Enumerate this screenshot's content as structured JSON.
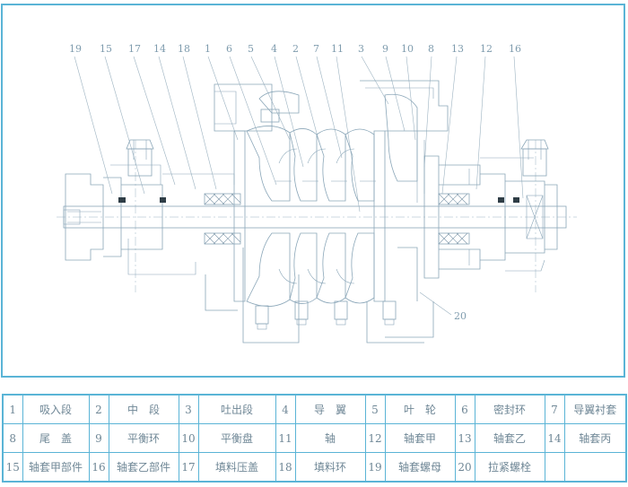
{
  "drawing": {
    "callouts_top": [
      "19",
      "15",
      "17",
      "14",
      "18",
      "1",
      "6",
      "5",
      "4",
      "2",
      "7",
      "11",
      "3",
      "9",
      "10",
      "8",
      "13",
      "12",
      "16"
    ],
    "callout_bottom": "20"
  },
  "parts": [
    {
      "no": "1",
      "name": "吸入段"
    },
    {
      "no": "2",
      "name": "中　段"
    },
    {
      "no": "3",
      "name": "吐出段"
    },
    {
      "no": "4",
      "name": "导　翼"
    },
    {
      "no": "5",
      "name": "叶　轮"
    },
    {
      "no": "6",
      "name": "密封环"
    },
    {
      "no": "7",
      "name": "导翼衬套"
    },
    {
      "no": "8",
      "name": "尾　盖"
    },
    {
      "no": "9",
      "name": "平衡环"
    },
    {
      "no": "10",
      "name": "平衡盘"
    },
    {
      "no": "11",
      "name": "轴"
    },
    {
      "no": "12",
      "name": "轴套甲"
    },
    {
      "no": "13",
      "name": "轴套乙"
    },
    {
      "no": "14",
      "name": "轴套丙"
    },
    {
      "no": "15",
      "name": "轴套甲部件"
    },
    {
      "no": "16",
      "name": "轴套乙部件"
    },
    {
      "no": "17",
      "name": "填料压盖"
    },
    {
      "no": "18",
      "name": "填料环"
    },
    {
      "no": "19",
      "name": "轴套螺母"
    },
    {
      "no": "20",
      "name": "拉紧螺栓"
    },
    {
      "no": "",
      "name": ""
    }
  ]
}
